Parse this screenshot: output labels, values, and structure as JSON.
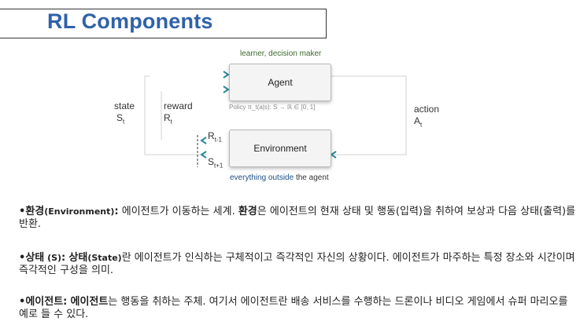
{
  "title": "RL Components",
  "diagram": {
    "learner_caption": "learner, decision maker",
    "agent_label": "Agent",
    "policy_label": "Policy π_t(a|s): S → ℝ ∈ [0, 1]",
    "environment_label": "Environment",
    "everything_caption_colored": "everything outside",
    "everything_caption_rest": " the agent",
    "state_label": "state",
    "state_symbol": "S",
    "state_sub": "t",
    "reward_label": "reward",
    "reward_symbol": "R",
    "reward_sub": "t",
    "action_label": "action",
    "action_symbol": "A",
    "action_sub": "t",
    "next_reward_symbol": "R",
    "next_reward_sub": "t-1",
    "next_state_symbol": "S",
    "next_state_sub": "t+1"
  },
  "paragraphs": [
    {
      "bullet": "•",
      "term": "환경",
      "term_en": "(Environment)",
      "colon": ":",
      "text1": " 에이전트가 이동하는 세계. ",
      "bold2": "환경",
      "text2": "은 에이전트의 현재 상태 및 행동(입력)을 취하여 보상과 다음 상태(출력)를 반환."
    },
    {
      "bullet": "•",
      "term": "상태",
      "term_en": " (S)",
      "colon": ":",
      "text1": " ",
      "bold2": "상태",
      "bold2_en": "(State)",
      "text2": "란 에이전트가 인식하는 구체적이고 즉각적인 자신의 상황이다. 에이전트가 마주하는 특정 장소와 시간이며 즉각적인 구성을 의미."
    },
    {
      "bullet": "•",
      "term": "에이전트",
      "colon": ":",
      "text1": " ",
      "bold2": "에이전트",
      "text2": "는 행동을 취하는 주체. 여기서 에이전트란 배송 서비스를 수행하는 드론이나 비디오 게임에서 슈퍼 마리오를 예로 들 수 있다."
    }
  ]
}
